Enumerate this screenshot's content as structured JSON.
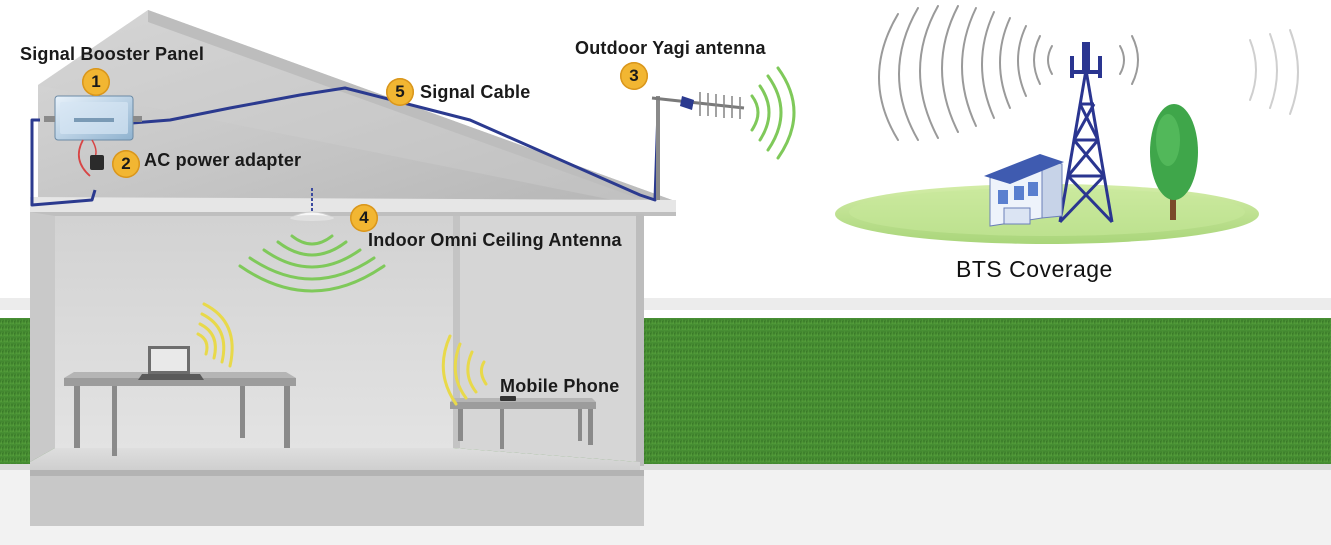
{
  "labels": {
    "booster": "Signal Booster Panel",
    "power": "AC power adapter",
    "yagi": "Outdoor Yagi antenna",
    "omni": "Indoor Omni Ceiling Antenna",
    "cable": "Signal Cable",
    "phone": "Mobile Phone",
    "coverage": "BTS Coverage"
  },
  "badges": {
    "booster": "1",
    "power": "2",
    "yagi": "3",
    "omni": "4",
    "cable": "5"
  },
  "colors": {
    "cable": "#2b3a8f",
    "tower": "#2a3590",
    "signal_green": "#7fc95a",
    "signal_yellow": "#e8d94a",
    "signal_gray": "#9a9a9a",
    "badge": "#f2b632",
    "grass": "#3f7d2c",
    "coverage_field": "#bfe090"
  }
}
